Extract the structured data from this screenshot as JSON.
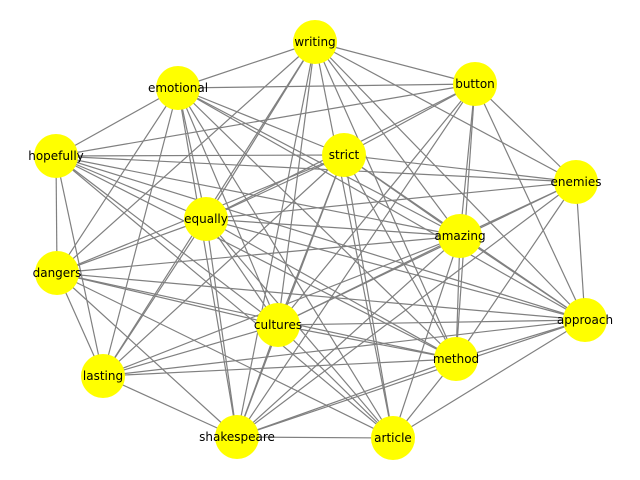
{
  "graph": {
    "node_color": "#ffff00",
    "edge_color": "#808080",
    "nodes": [
      "writing",
      "button",
      "emotional",
      "hopefully",
      "strict",
      "enemies",
      "equally",
      "amazing",
      "dangers",
      "approach",
      "cultures",
      "method",
      "lasting",
      "shakespeare",
      "article"
    ],
    "edges": [
      [
        "writing",
        "button"
      ],
      [
        "writing",
        "emotional"
      ],
      [
        "writing",
        "equally"
      ],
      [
        "writing",
        "amazing"
      ],
      [
        "writing",
        "dangers"
      ],
      [
        "writing",
        "approach"
      ],
      [
        "writing",
        "cultures"
      ],
      [
        "writing",
        "method"
      ],
      [
        "writing",
        "lasting"
      ],
      [
        "writing",
        "shakespeare"
      ],
      [
        "writing",
        "article"
      ],
      [
        "writing",
        "enemies"
      ],
      [
        "button",
        "emotional"
      ],
      [
        "button",
        "strict"
      ],
      [
        "button",
        "enemies"
      ],
      [
        "button",
        "equally"
      ],
      [
        "button",
        "amazing"
      ],
      [
        "button",
        "approach"
      ],
      [
        "button",
        "cultures"
      ],
      [
        "button",
        "method"
      ],
      [
        "button",
        "shakespeare"
      ],
      [
        "button",
        "hopefully"
      ],
      [
        "emotional",
        "hopefully"
      ],
      [
        "emotional",
        "strict"
      ],
      [
        "emotional",
        "equally"
      ],
      [
        "emotional",
        "amazing"
      ],
      [
        "emotional",
        "dangers"
      ],
      [
        "emotional",
        "cultures"
      ],
      [
        "emotional",
        "method"
      ],
      [
        "emotional",
        "shakespeare"
      ],
      [
        "emotional",
        "article"
      ],
      [
        "emotional",
        "approach"
      ],
      [
        "emotional",
        "lasting"
      ],
      [
        "hopefully",
        "strict"
      ],
      [
        "hopefully",
        "equally"
      ],
      [
        "hopefully",
        "amazing"
      ],
      [
        "hopefully",
        "enemies"
      ],
      [
        "hopefully",
        "dangers"
      ],
      [
        "hopefully",
        "cultures"
      ],
      [
        "hopefully",
        "method"
      ],
      [
        "hopefully",
        "lasting"
      ],
      [
        "hopefully",
        "approach"
      ],
      [
        "hopefully",
        "article"
      ],
      [
        "strict",
        "enemies"
      ],
      [
        "strict",
        "equally"
      ],
      [
        "strict",
        "amazing"
      ],
      [
        "strict",
        "approach"
      ],
      [
        "strict",
        "cultures"
      ],
      [
        "strict",
        "method"
      ],
      [
        "strict",
        "shakespeare"
      ],
      [
        "strict",
        "article"
      ],
      [
        "strict",
        "dangers"
      ],
      [
        "strict",
        "lasting"
      ],
      [
        "enemies",
        "amazing"
      ],
      [
        "enemies",
        "approach"
      ],
      [
        "enemies",
        "equally"
      ],
      [
        "enemies",
        "cultures"
      ],
      [
        "enemies",
        "method"
      ],
      [
        "enemies",
        "shakespeare"
      ],
      [
        "equally",
        "amazing"
      ],
      [
        "equally",
        "dangers"
      ],
      [
        "equally",
        "cultures"
      ],
      [
        "equally",
        "method"
      ],
      [
        "equally",
        "lasting"
      ],
      [
        "equally",
        "shakespeare"
      ],
      [
        "equally",
        "article"
      ],
      [
        "equally",
        "approach"
      ],
      [
        "amazing",
        "dangers"
      ],
      [
        "amazing",
        "approach"
      ],
      [
        "amazing",
        "cultures"
      ],
      [
        "amazing",
        "method"
      ],
      [
        "amazing",
        "shakespeare"
      ],
      [
        "amazing",
        "article"
      ],
      [
        "amazing",
        "lasting"
      ],
      [
        "dangers",
        "cultures"
      ],
      [
        "dangers",
        "method"
      ],
      [
        "dangers",
        "lasting"
      ],
      [
        "dangers",
        "shakespeare"
      ],
      [
        "dangers",
        "article"
      ],
      [
        "dangers",
        "approach"
      ],
      [
        "approach",
        "cultures"
      ],
      [
        "approach",
        "method"
      ],
      [
        "approach",
        "shakespeare"
      ],
      [
        "approach",
        "article"
      ],
      [
        "approach",
        "lasting"
      ],
      [
        "cultures",
        "method"
      ],
      [
        "cultures",
        "lasting"
      ],
      [
        "cultures",
        "shakespeare"
      ],
      [
        "cultures",
        "article"
      ],
      [
        "method",
        "lasting"
      ],
      [
        "method",
        "shakespeare"
      ],
      [
        "method",
        "article"
      ],
      [
        "lasting",
        "shakespeare"
      ],
      [
        "shakespeare",
        "article"
      ]
    ]
  }
}
